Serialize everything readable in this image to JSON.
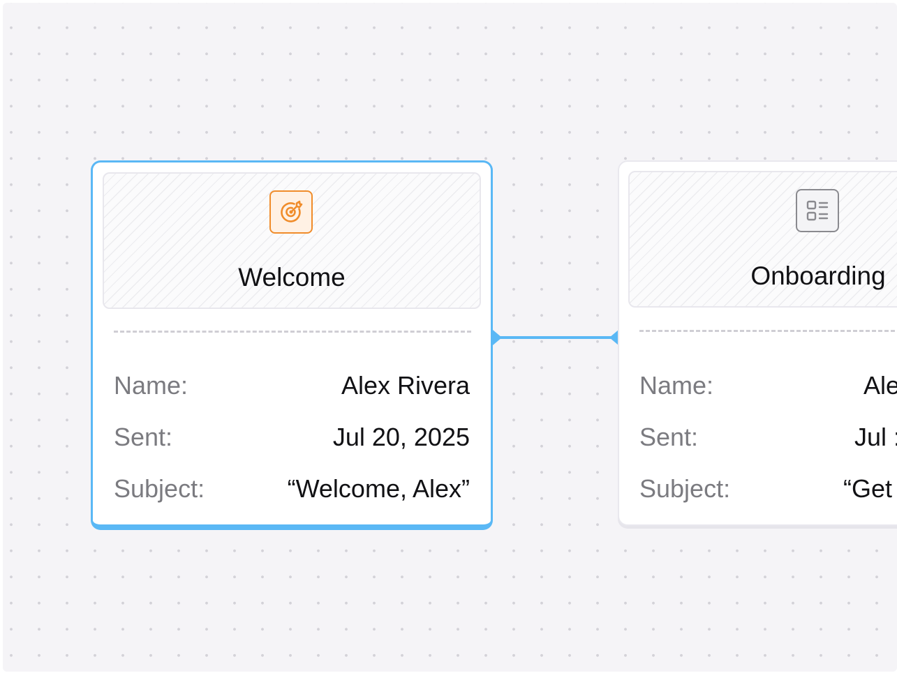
{
  "colors": {
    "accent_selected": "#5ab8f5",
    "icon_orange": "#f08c2a",
    "icon_gray": "#8a8a8f",
    "canvas_bg": "#f5f4f7"
  },
  "nodes": [
    {
      "title": "Welcome",
      "icon": "target-icon",
      "icon_color": "orange",
      "selected": true,
      "fields": [
        {
          "label": "Name:",
          "value": "Alex Rivera"
        },
        {
          "label": "Sent:",
          "value": "Jul 20, 2025"
        },
        {
          "label": "Subject:",
          "value": "“Welcome, Alex”"
        }
      ]
    },
    {
      "title": "Onboarding",
      "icon": "list-icon",
      "icon_color": "gray",
      "selected": false,
      "fields": [
        {
          "label": "Name:",
          "value": "Ale"
        },
        {
          "label": "Sent:",
          "value": "Jul :"
        },
        {
          "label": "Subject:",
          "value": "“Get"
        }
      ]
    }
  ]
}
